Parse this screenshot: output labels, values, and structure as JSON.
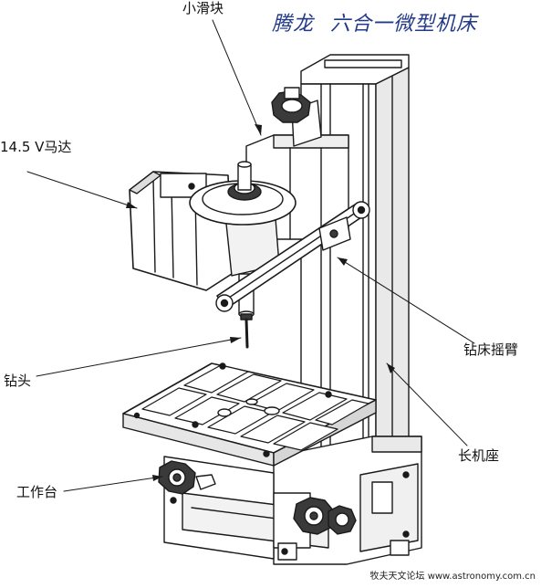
{
  "title": {
    "brand": "腾龙",
    "product": "六合一微型机床"
  },
  "labels": {
    "small_slider": "小滑块",
    "motor": "14.5 V马达",
    "drill_arm": "钻床摇臂",
    "drill_bit": "钻头",
    "long_base": "长机座",
    "work_table": "工作台"
  },
  "watermark": "牧夫天文论坛 www.astronomy.com.cn",
  "colors": {
    "line": "#1a1a1a",
    "title": "#223a88",
    "fill": "#ffffff",
    "shade": "#d6d6d6",
    "dark": "#3a3a3a"
  }
}
